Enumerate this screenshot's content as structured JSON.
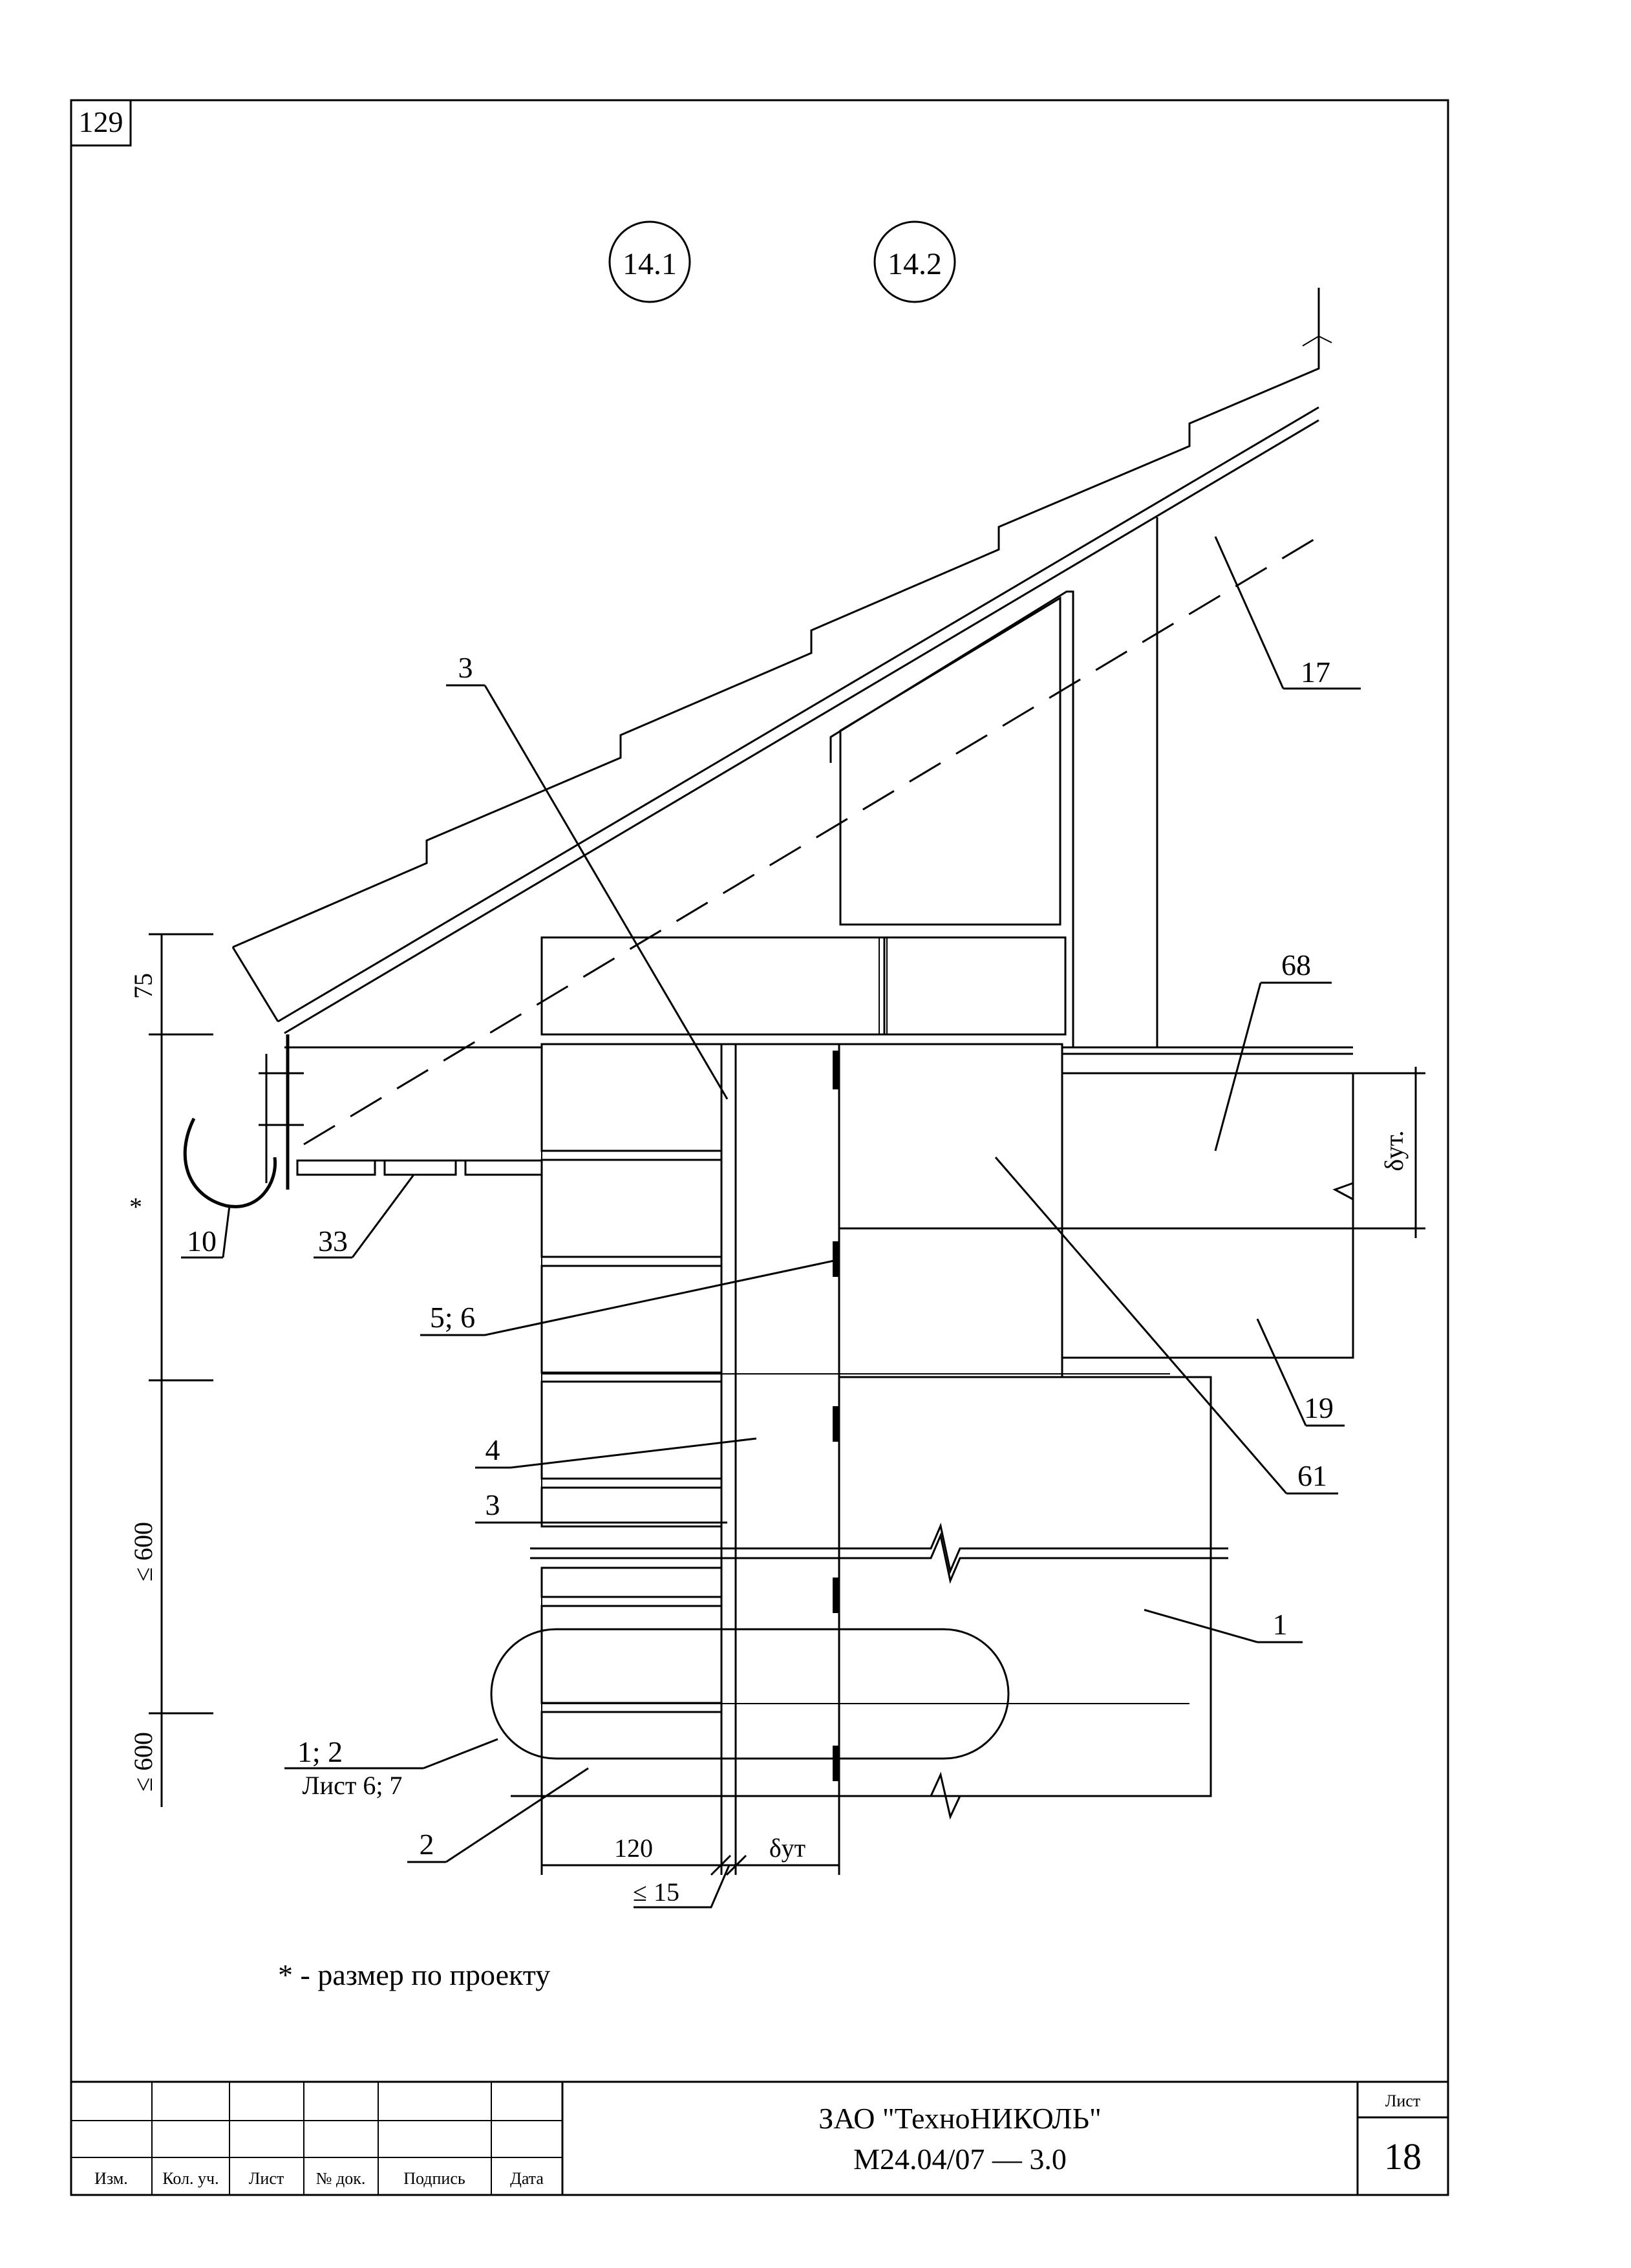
{
  "sheet_corner_number": "129",
  "node_refs": [
    "14.1",
    "14.2"
  ],
  "callouts": {
    "c3_top": "3",
    "c17": "17",
    "c68": "68",
    "c10": "10",
    "c33": "33",
    "c5_6": "5; 6",
    "c4": "4",
    "c3_bottom": "3",
    "c19": "19",
    "c61": "61",
    "c1": "1",
    "c1_2": "1; 2",
    "c1_2_ref": "Лист 6; 7",
    "c2": "2"
  },
  "dimensions": {
    "d75": "75",
    "d_star": "*",
    "d600_top": "≤ 600",
    "d600_bottom": "≤ 600",
    "d120": "120",
    "d_insul": "δут",
    "d15": "≤ 15",
    "d_insul_floor": "δут."
  },
  "note": "* - размер по проекту",
  "title_block": {
    "col_headers": [
      "Изм.",
      "Кол. уч.",
      "Лист",
      "№ док.",
      "Подпись",
      "Дата"
    ],
    "company": "ЗАО \"ТехноНИКОЛЬ\"",
    "code": "М24.04/07  —  3.0",
    "sheet_label": "Лист",
    "sheet_number": "18"
  }
}
